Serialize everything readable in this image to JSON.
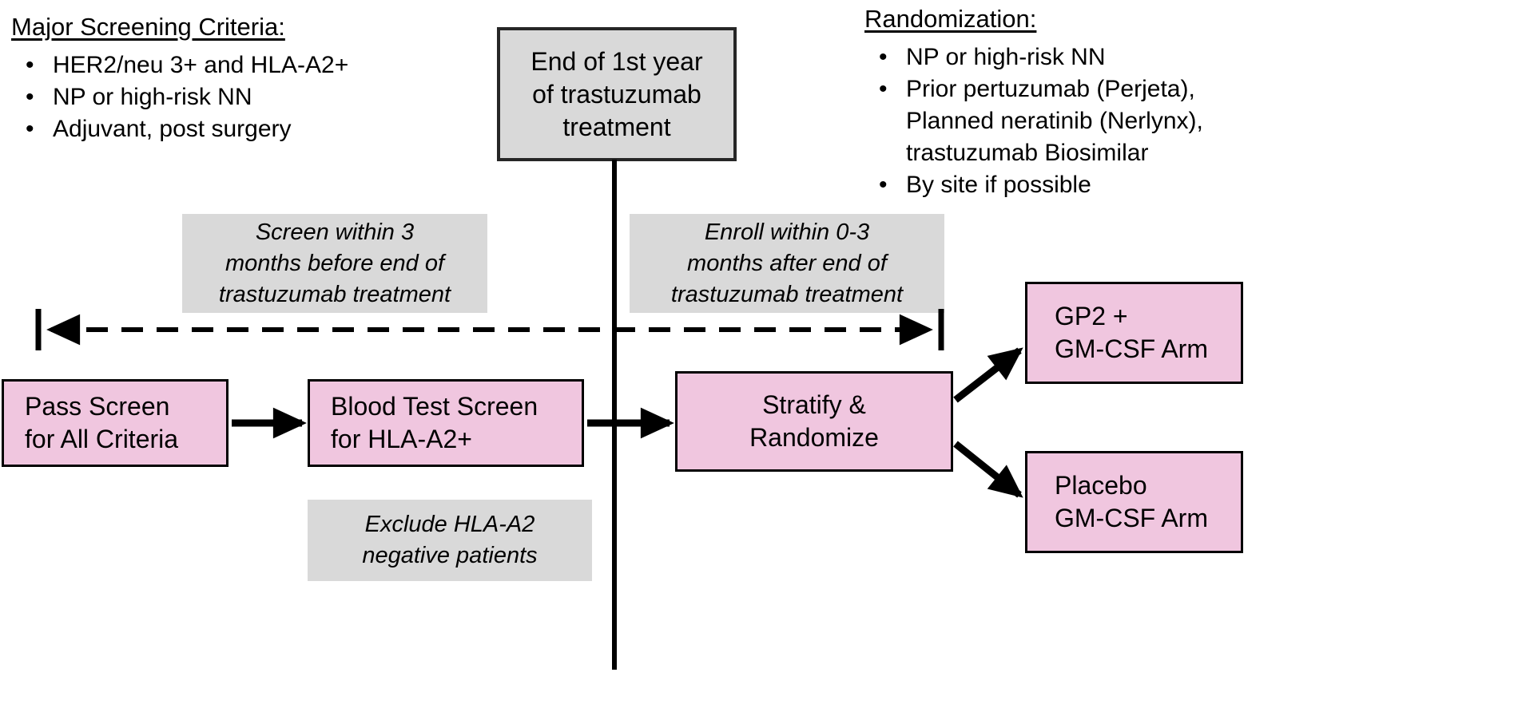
{
  "bullet": "•",
  "colors": {
    "pink_box": "#f0c6df",
    "gray_box": "#d9d9d9",
    "line": "#000000"
  },
  "screening": {
    "title": "Major Screening Criteria:",
    "items": [
      "HER2/neu 3+ and HLA-A2+",
      "NP or high-risk NN",
      "Adjuvant, post surgery"
    ]
  },
  "randomization": {
    "title": "Randomization:",
    "items": [
      "NP or high-risk NN",
      "Prior pertuzumab (Perjeta),\nPlanned neratinib (Nerlynx),\ntrastuzumab Biosimilar",
      "By site if possible"
    ]
  },
  "timeline": {
    "end_box": "End of 1st year\nof trastuzumab\ntreatment",
    "screen_label": "Screen within 3\nmonths before end of\ntrastuzumab treatment",
    "enroll_label": "Enroll within 0-3\nmonths after end of\ntrastuzumab treatment",
    "exclude_label": "Exclude HLA-A2\nnegative patients"
  },
  "flow": {
    "pass_screen": "Pass Screen\nfor All Criteria",
    "blood_test": "Blood Test Screen\nfor HLA-A2+",
    "stratify": "Stratify &\nRandomize",
    "gp2_arm": "GP2 +\nGM-CSF Arm",
    "placebo_arm": "Placebo\nGM-CSF Arm"
  }
}
